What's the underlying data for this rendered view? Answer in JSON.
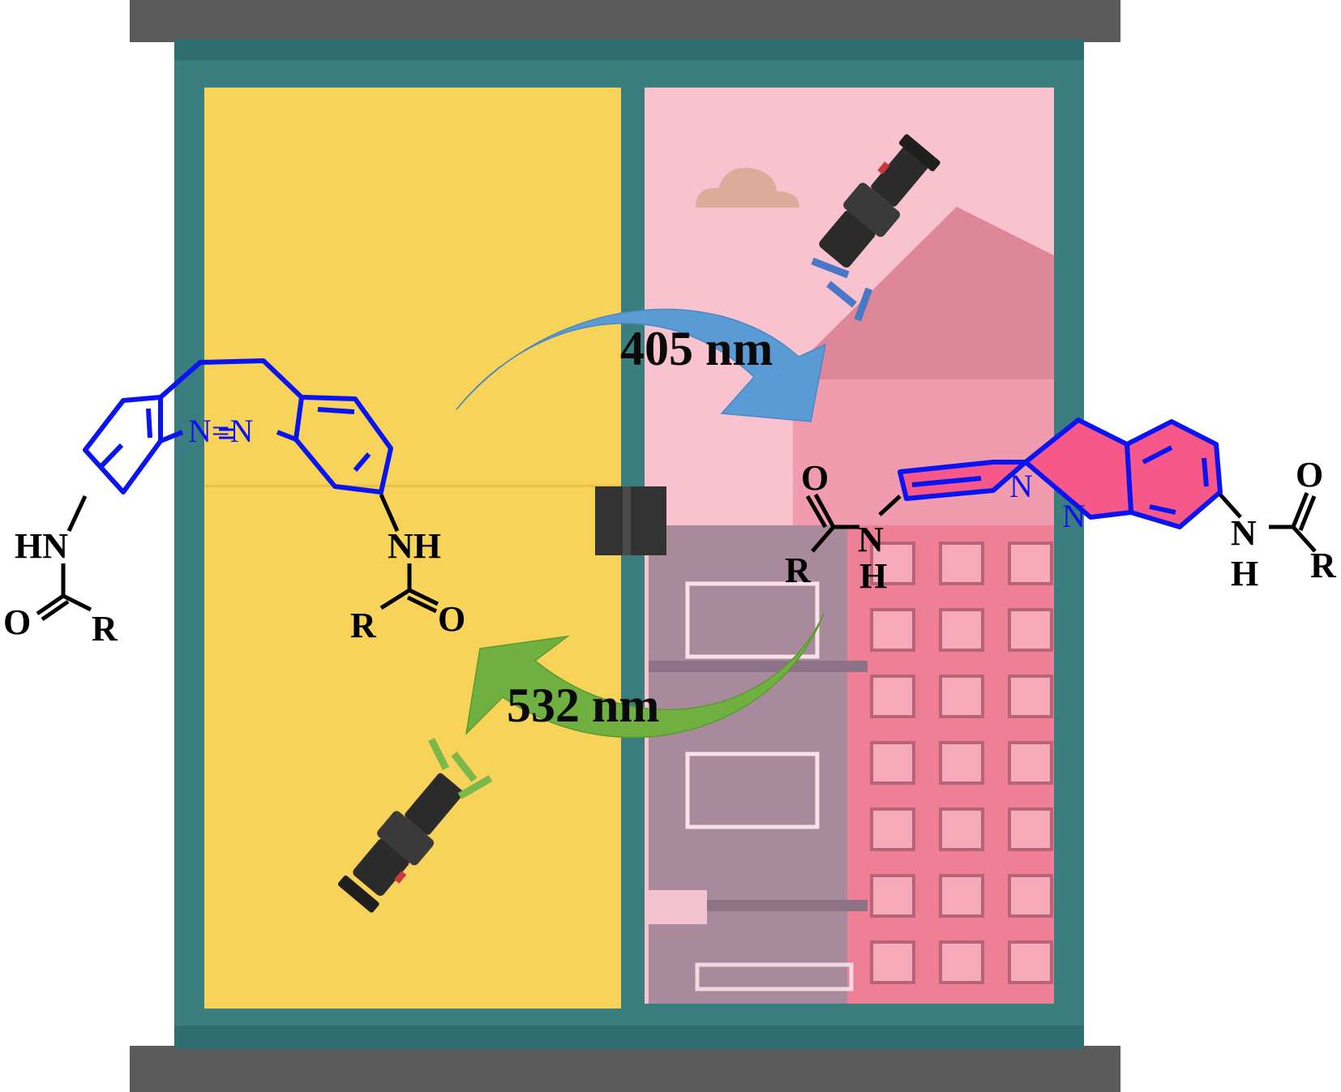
{
  "colors": {
    "frame_dark": "#5a5a5a",
    "frame_teal": "#3a7e80",
    "pane_yellow": "#f7d35a",
    "pane_pink": "#f8c3cf",
    "ring_blue": "#0a14f0",
    "isomer_fill": "#f6588a",
    "arrow_blue": "#5b9bd5",
    "arrow_green": "#6fb040",
    "beam_blue": "#4a78c8",
    "beam_green": "#7ab84a"
  },
  "icons": {
    "flashlight_top": "flashlight-icon",
    "flashlight_bottom": "flashlight-icon",
    "cloud": "cloud-icon",
    "building": "building-icon"
  },
  "arrows": {
    "forward_label": "405 nm",
    "backward_label": "532 nm"
  },
  "left_molecule": {
    "azo": "N=N",
    "left_nh": "HN",
    "left_o": "O",
    "left_r": "R",
    "right_nh": "NH",
    "right_r": "R",
    "right_o": "O"
  },
  "right_molecule": {
    "n1": "N",
    "n2": "N",
    "left_o": "O",
    "left_n": "N",
    "left_h": "H",
    "left_r": "R",
    "right_n": "N",
    "right_h": "H",
    "right_o": "O",
    "right_r": "R"
  }
}
